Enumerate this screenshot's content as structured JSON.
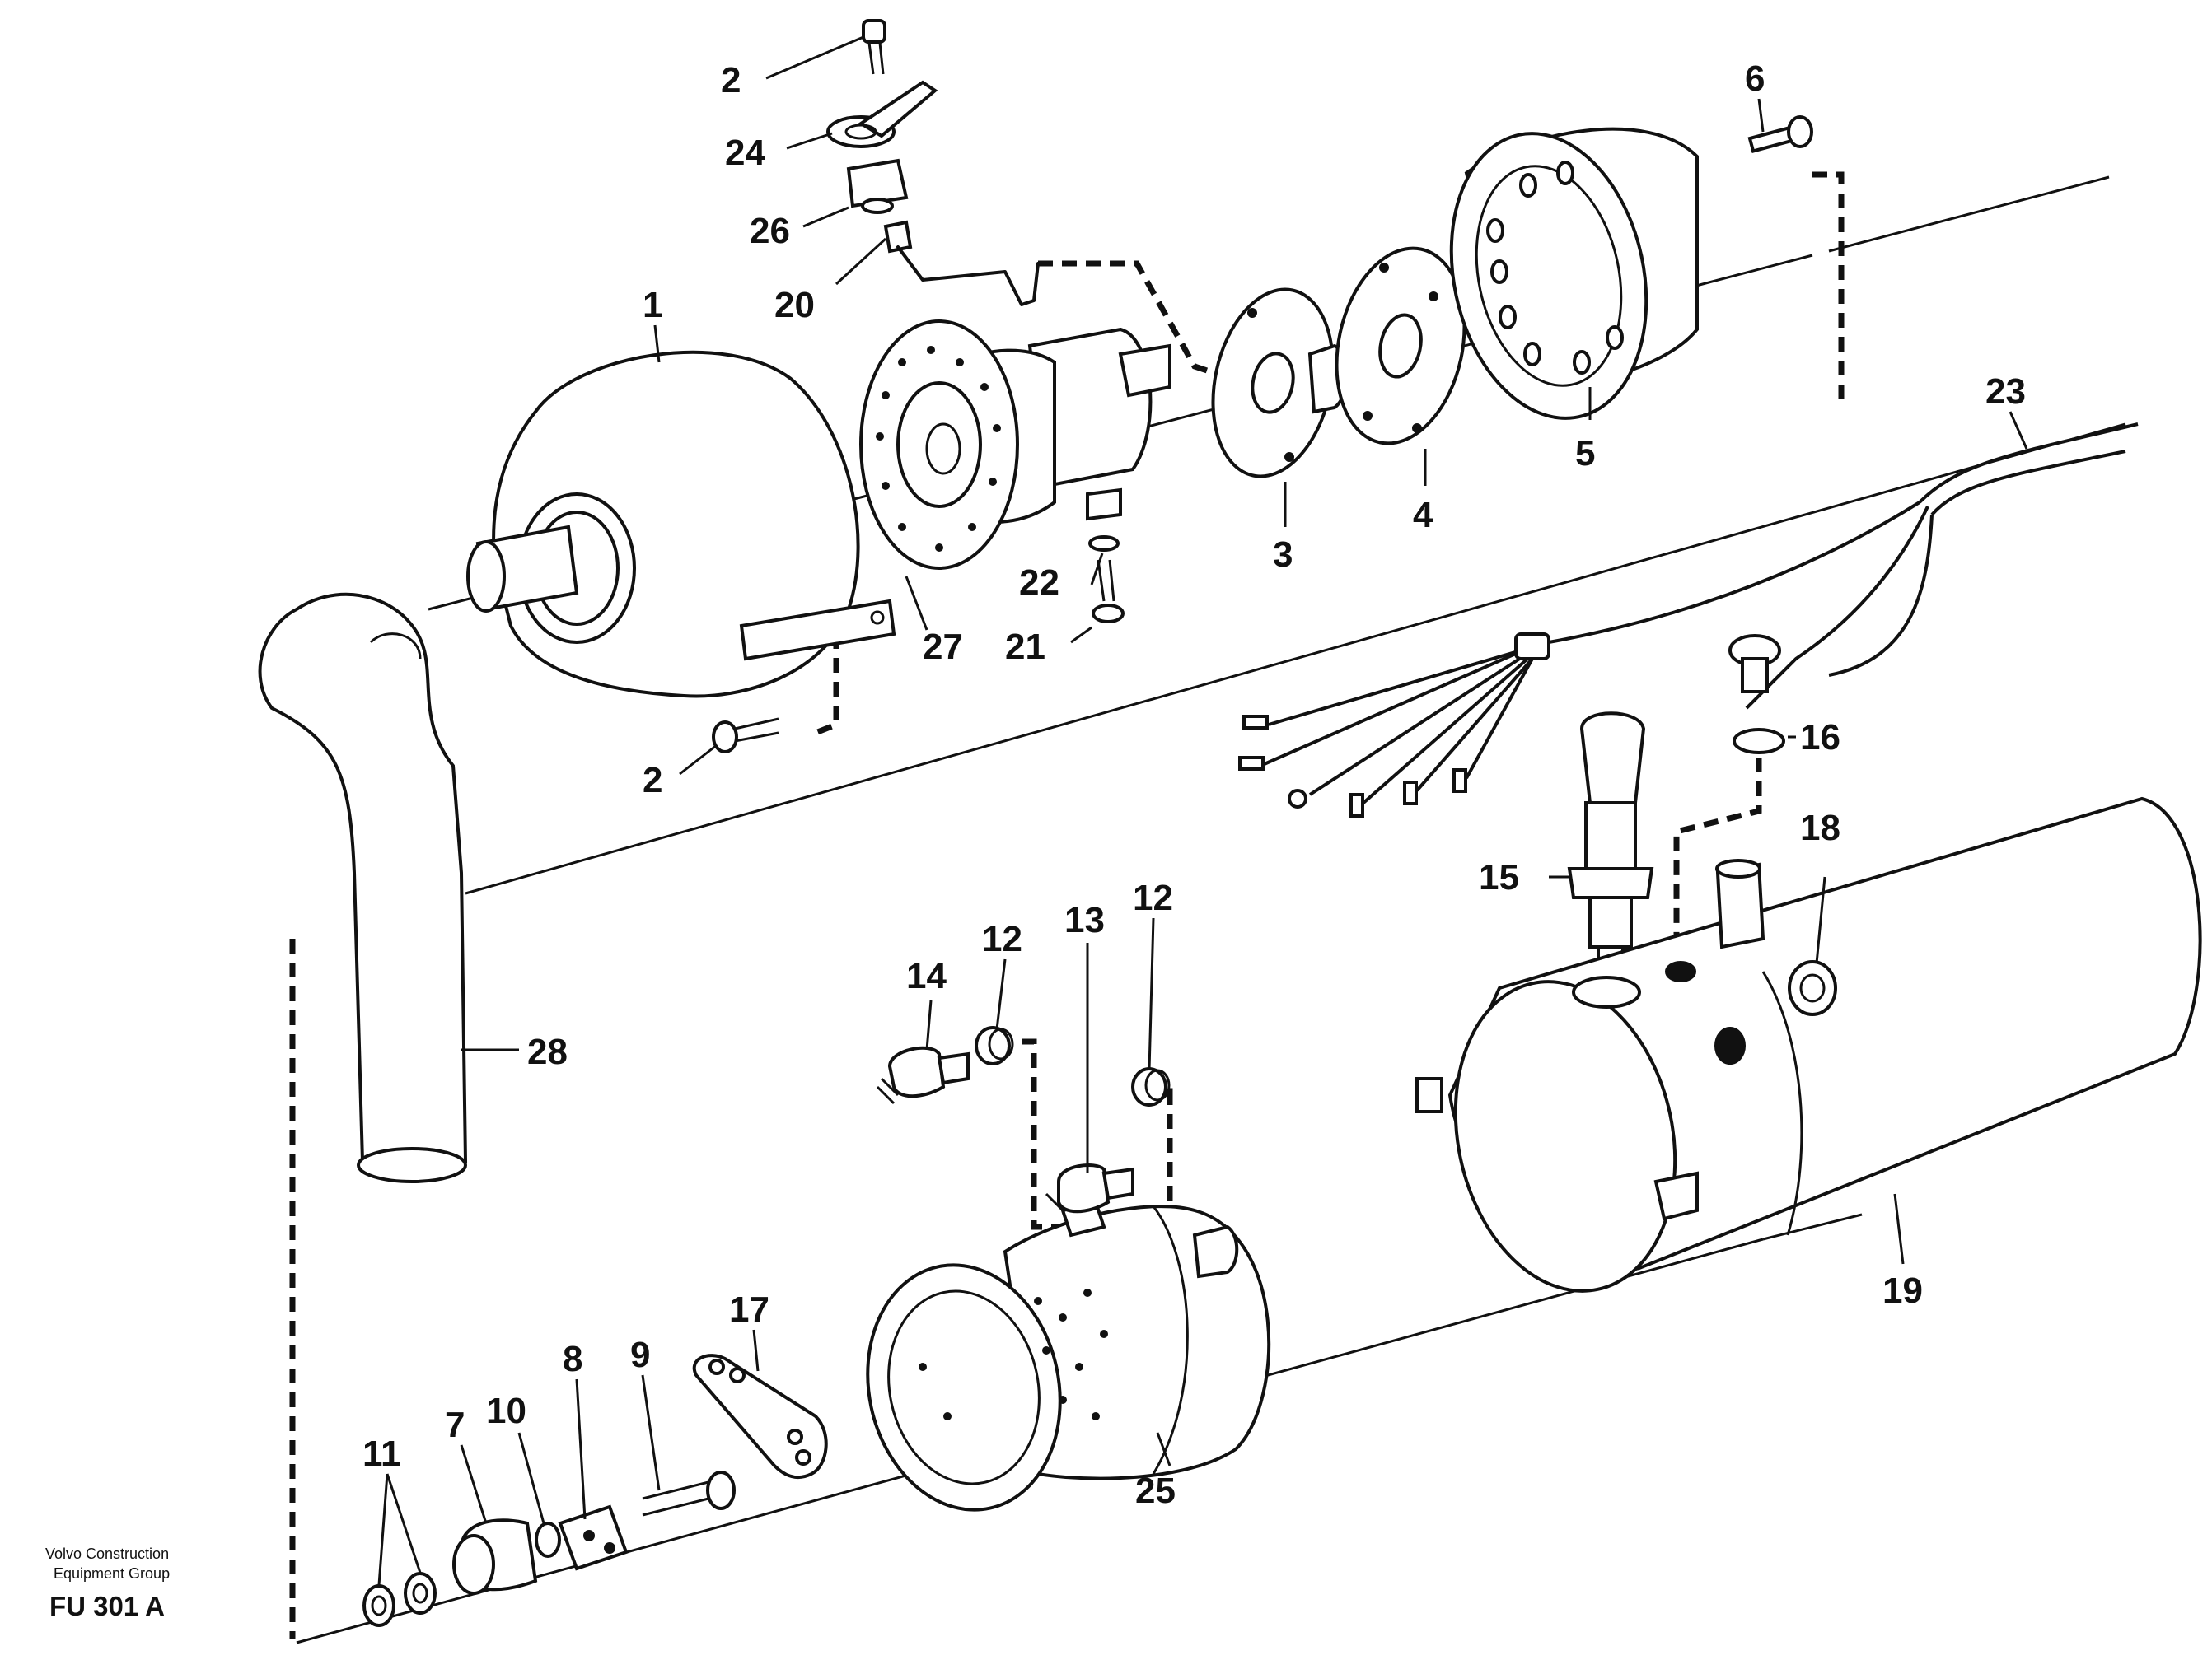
{
  "callouts": [
    {
      "id": "c2a",
      "label": "2"
    },
    {
      "id": "c24",
      "label": "24"
    },
    {
      "id": "c26",
      "label": "26"
    },
    {
      "id": "c20",
      "label": "20"
    },
    {
      "id": "c1",
      "label": "1"
    },
    {
      "id": "c6",
      "label": "6"
    },
    {
      "id": "c5",
      "label": "5"
    },
    {
      "id": "c4",
      "label": "4"
    },
    {
      "id": "c3",
      "label": "3"
    },
    {
      "id": "c22",
      "label": "22"
    },
    {
      "id": "c21",
      "label": "21"
    },
    {
      "id": "c27",
      "label": "27"
    },
    {
      "id": "c2b",
      "label": "2"
    },
    {
      "id": "c23",
      "label": "23"
    },
    {
      "id": "c16",
      "label": "16"
    },
    {
      "id": "c15",
      "label": "15"
    },
    {
      "id": "c18",
      "label": "18"
    },
    {
      "id": "c28",
      "label": "28"
    },
    {
      "id": "c14",
      "label": "14"
    },
    {
      "id": "c12a",
      "label": "12"
    },
    {
      "id": "c13",
      "label": "13"
    },
    {
      "id": "c12b",
      "label": "12"
    },
    {
      "id": "c19",
      "label": "19"
    },
    {
      "id": "c17",
      "label": "17"
    },
    {
      "id": "c9",
      "label": "9"
    },
    {
      "id": "c8",
      "label": "8"
    },
    {
      "id": "c10",
      "label": "10"
    },
    {
      "id": "c7",
      "label": "7"
    },
    {
      "id": "c11",
      "label": "11"
    },
    {
      "id": "c25",
      "label": "25"
    }
  ],
  "footer": {
    "brand_line1": "Volvo Construction",
    "brand_line2": "Equipment Group",
    "drawing_code": "FU 301 A"
  }
}
